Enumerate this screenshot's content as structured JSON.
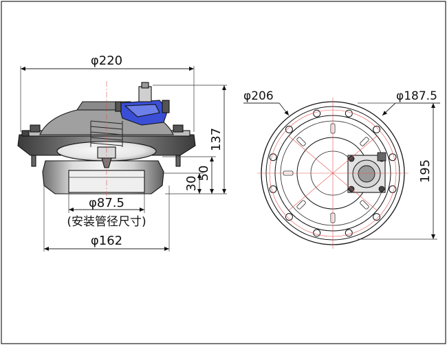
{
  "dimensions": {
    "side_view": {
      "top_diameter": "φ220",
      "height_total": "137",
      "height_50": "50",
      "height_30": "30",
      "pipe_diameter": "φ87.5",
      "pipe_note": "(安装管径尺寸)",
      "bottom_diameter": "φ162"
    },
    "top_view": {
      "outer_diameter": "φ206",
      "bolt_circle_diameter": "φ187.5",
      "height_195": "195"
    }
  },
  "colors": {
    "blue_part": "#3a4fd6",
    "red_centerline": "#e05050",
    "gray_body": "#8c8c8c"
  }
}
